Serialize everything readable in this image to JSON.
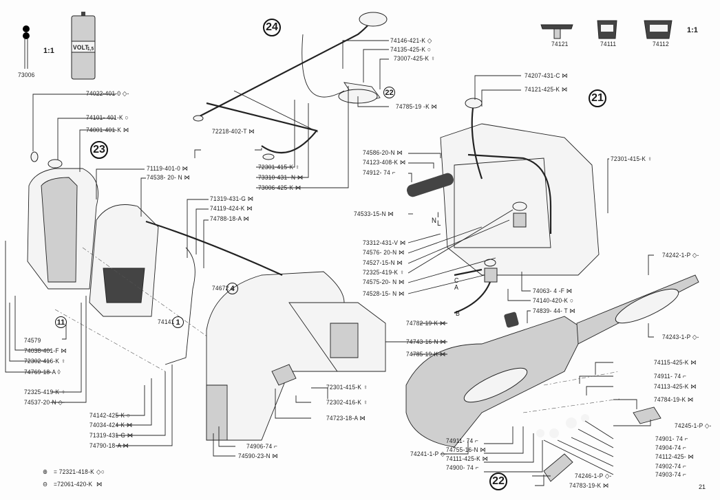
{
  "page": {
    "number": "21"
  },
  "scale_labels": {
    "left": "1:1",
    "right": "1:1"
  },
  "group_numbers": {
    "g21": "21",
    "g22": "22",
    "g22b": "22",
    "g23": "23",
    "g24": "24",
    "g4": "4",
    "g11": "11",
    "g1": "1"
  },
  "top_parts": {
    "cotter": "73006",
    "battery_label": "VOLT",
    "battery_voltage": "1,5",
    "knob_a": "74121",
    "knob_b": "74111",
    "knob_c": "74112"
  },
  "legend": [
    {
      "symbol": "nut-icon",
      "text": "= 72321-418-K",
      "marks": "◇○"
    },
    {
      "symbol": "washer-icon",
      "text": "=72061-420-K",
      "marks": "⋈"
    }
  ],
  "callouts": {
    "c74022": "74022-401-0 ◇-",
    "c74101": "74101- 401-K ○",
    "c74001": "74001-401-K ⋈",
    "c71119": "71119-401-0 ⋈",
    "c74538": "74538- 20- N ⋈",
    "c71319a": "71319-431-G ⋈",
    "c74119": "74119-424-K ⋈",
    "c74788": "74788-18-A ⋈",
    "c74672": "74672",
    "c74141": "74141",
    "c74579": "74579",
    "c74038": "74038-401-F ⋈",
    "c72302a": "72302-416-K ♀",
    "c74769": "74769-18-A ◊",
    "c72325a": "72325-419-K ♀",
    "c74537": "74537-20-N ◇-",
    "c74142": "74142-425-K ○",
    "c74034": "74034-424-K ⋈",
    "c71319b": "71319-431-G ⋈",
    "c74790": "74790-18-A ⋈",
    "c74906": "74906-74 ⌐",
    "c74590": "74590-23-N ⋈",
    "c72301a": "72301-415-K ♀",
    "c72302b": "72302-416-K ♀",
    "c74723": "74723-18-A ⋈",
    "c72218": "72218-402-T ⋈",
    "c72301b": "72301-415-K ♀",
    "c73310": "73310-431- N ⋈",
    "c73006": "73006-425-K ⋈",
    "c74146": "74146-421-K ◇",
    "c74135": "74135-425-K ○",
    "c73007": "73007-425-K ♀",
    "c74785a": "74785-19 -K ⋈",
    "c74207": "74207-431-C ⋈",
    "c74121": "74121-425-K ⋈",
    "c72301c": "72301-415-K ♀",
    "c74586": "74586-20-N ⋈",
    "c74123": "74123-408-K ⋈",
    "c74912": "74912- 74 ⌐",
    "c74533": "74533-15-N ⋈",
    "c73312": "73312-431-V ⋈",
    "c74576": "74576- 20-N ⋈",
    "c74527": "74527-15-N ⋈",
    "c72325b": "72325-419-K ♀",
    "c74575": "74575-20- N ⋈",
    "c74528": "74528-15- N ⋈",
    "c74063": "74063- 4 -F ⋈",
    "c74140": "74140-420-K ○",
    "c74839": "74839- 44- T ⋈",
    "c74782": "74782-19-K ⋈",
    "c74743": "74743-16-N ⋈",
    "c74785b": "74785-19-K ⋈",
    "c74242": "74242-1-P ◇-",
    "c74243": "74243-1-P ◇-",
    "c74115": "74115-425-K ⋈",
    "c74911a": "74911- 74 ⌐",
    "c74113": "74113-425-K ⋈",
    "c74784": "74784-19-K ⋈",
    "c74245": "74245-1-P ◇-",
    "c74901": "74901- 74 ⌐",
    "c74904": "74904-74 ⌐",
    "c74112": "74112-425- ⋈",
    "c74902": "74902-74 ⌐",
    "c74903": "74903-74 ⌐",
    "c74246": "74246-1-P ◇-",
    "c74783": "74783-19-K ⋈",
    "c74241": "74241-1-P ◇-",
    "c74911b": "74911- 74 ⌐",
    "c74755": "74755-16-N ⋈",
    "c74111": "74111-425-K ⋈",
    "c74900": "74900- 74 ⌐"
  },
  "wire_letters": {
    "n": "N",
    "i": "I",
    "l": "L",
    "c": "C",
    "a": "A",
    "b": "B"
  }
}
